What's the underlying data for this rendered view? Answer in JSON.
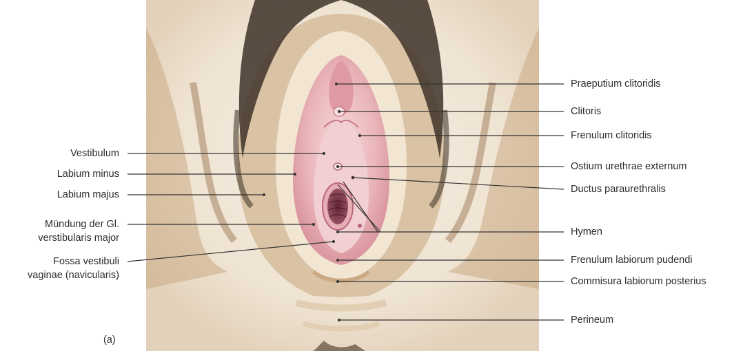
{
  "figure_label": "(a)",
  "labels_left": [
    {
      "id": "vestibulum",
      "text": "Vestibulum"
    },
    {
      "id": "labium-minus",
      "text": "Labium minus"
    },
    {
      "id": "labium-majus",
      "text": "Labium majus"
    },
    {
      "id": "muendung",
      "text": "Mündung der Gl."
    },
    {
      "id": "muendung-2",
      "text": "verstibularis major"
    },
    {
      "id": "fossa",
      "text": "Fossa vestibuli"
    },
    {
      "id": "fossa-2",
      "text": "vaginae (navicularis)"
    }
  ],
  "labels_right": [
    {
      "id": "praeputium",
      "text": "Praeputium clitoridis"
    },
    {
      "id": "clitoris",
      "text": "Clitoris"
    },
    {
      "id": "frenulum-clitoridis",
      "text": "Frenulum clitoridis"
    },
    {
      "id": "ostium",
      "text": "Ostium urethrae externum"
    },
    {
      "id": "ductus",
      "text": "Ductus paraurethralis"
    },
    {
      "id": "hymen",
      "text": "Hymen"
    },
    {
      "id": "frenulum-labiorum",
      "text": "Frenulum labiorum pudendi"
    },
    {
      "id": "commisura",
      "text": "Commisura labiorum posterius"
    },
    {
      "id": "perineum",
      "text": "Perineum"
    }
  ],
  "colors": {
    "skin": "#f3ebdf",
    "shadow": "#b8976f",
    "hair": "#3a3026",
    "mucosa": "#e9b3b6",
    "mucosa_dark": "#c97a86",
    "opening": "#7a3a48",
    "leader": "#333333"
  }
}
